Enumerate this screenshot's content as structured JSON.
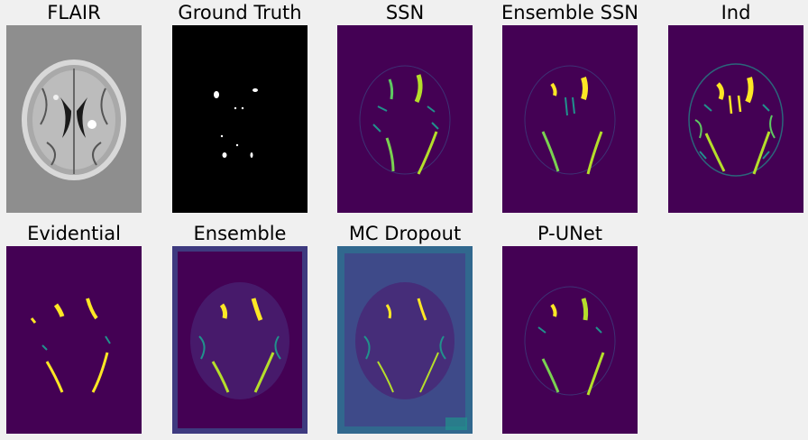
{
  "figure": {
    "panels": [
      {
        "id": "flair",
        "title": "FLAIR",
        "kind": "grayscale-scan"
      },
      {
        "id": "ground-truth",
        "title": "Ground Truth",
        "kind": "binary-mask"
      },
      {
        "id": "ssn",
        "title": "SSN",
        "kind": "viridis-heatmap"
      },
      {
        "id": "ensemble-ssn",
        "title": "Ensemble SSN",
        "kind": "viridis-heatmap"
      },
      {
        "id": "ind",
        "title": "Ind",
        "kind": "viridis-heatmap"
      },
      {
        "id": "evidential",
        "title": "Evidential",
        "kind": "viridis-heatmap"
      },
      {
        "id": "ensemble",
        "title": "Ensemble",
        "kind": "viridis-heatmap-noisy"
      },
      {
        "id": "mc-dropout",
        "title": "MC Dropout",
        "kind": "viridis-heatmap-noisy"
      },
      {
        "id": "p-unet",
        "title": "P-UNet",
        "kind": "viridis-heatmap"
      }
    ],
    "colors": {
      "background": "#f0f0f0",
      "viridis_low": "#440154",
      "viridis_mid": "#21918c",
      "viridis_high": "#fde725",
      "gray_bg": "#8e8e8e"
    }
  }
}
